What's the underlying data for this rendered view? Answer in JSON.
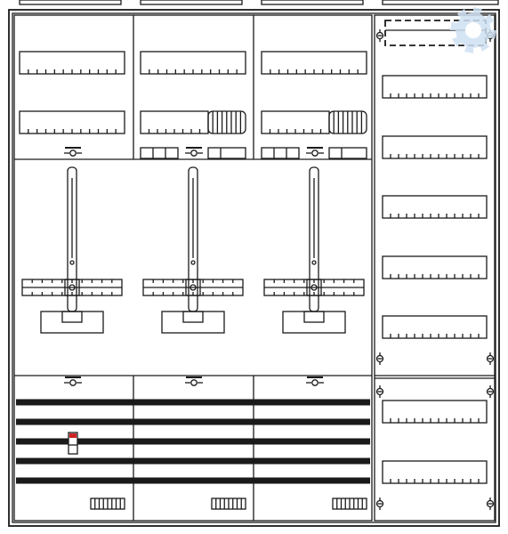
{
  "diagram": {
    "kind": "electrical distribution board technical drawing",
    "text_labels": [],
    "colors": {
      "line": "#1a1a1a",
      "background": "#ffffff",
      "breaker_accent": "#cc2222",
      "watermark": "#cfe0f2"
    },
    "icons": [
      "gear-watermark-icon",
      "screw-icon",
      "test-point-icon"
    ],
    "layout": {
      "left_columns": 3,
      "left_zones": [
        "top-din-zone",
        "meter-zone",
        "busbar-zone"
      ],
      "right_column_upper_din_rails": 6,
      "right_column_lower_din_rails": 2,
      "busbars": 5,
      "breaker_count": 1
    }
  }
}
